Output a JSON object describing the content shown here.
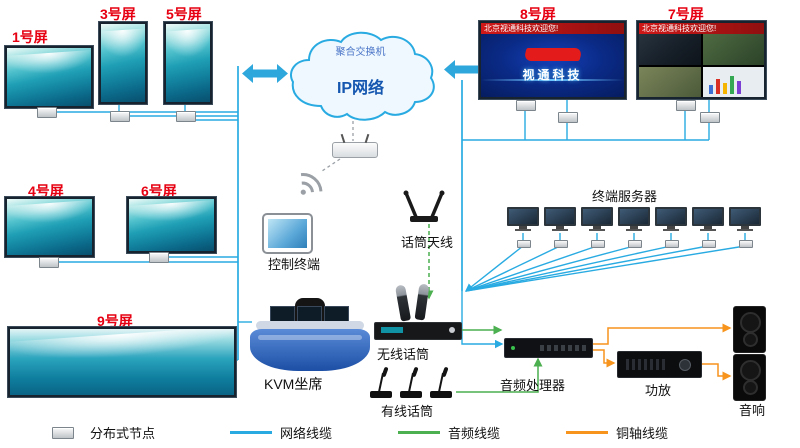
{
  "diagram": {
    "screens": {
      "s1": "1号屏",
      "s3": "3号屏",
      "s4": "4号屏",
      "s5": "5号屏",
      "s6": "6号屏",
      "s7": "7号屏",
      "s8": "8号屏",
      "s9": "9号屏"
    },
    "cloud": {
      "switch": "聚合交换机",
      "network": "IP网络"
    },
    "labels": {
      "control_terminal": "控制终端",
      "mic_antenna": "话筒天线",
      "terminal_server": "终端服务器",
      "kvm": "KVM坐席",
      "wireless_mic": "无线话筒",
      "wired_mic": "有线话筒",
      "audio_processor": "音频处理器",
      "amplifier": "功放",
      "speaker": "音响"
    },
    "screen8": {
      "ticker": "北京视通科技欢迎您!",
      "brand": "视通科技"
    },
    "screen7": {
      "ticker": "北京视通科技欢迎您!"
    },
    "legend": {
      "node": "分布式节点",
      "network": "网络线缆",
      "audio": "音频线缆",
      "coax": "铜轴线缆"
    },
    "colors": {
      "label_red": "#e60012",
      "network_blue": "#29abe2",
      "audio_green": "#4caf50",
      "coax_orange": "#f7941d"
    }
  }
}
